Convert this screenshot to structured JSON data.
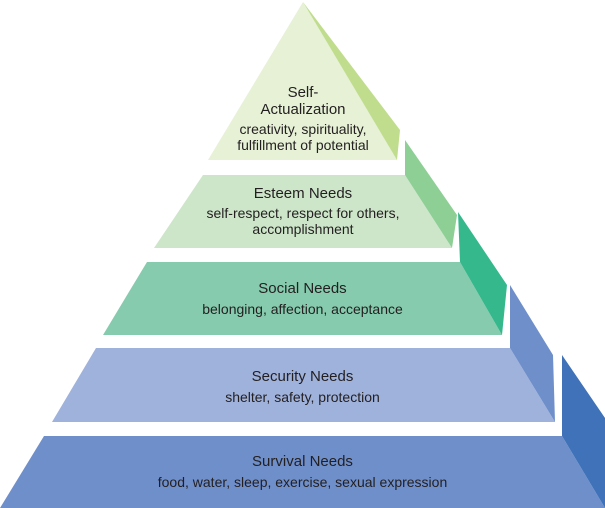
{
  "levels": [
    {
      "title": "Self-Actualization",
      "title_lines": [
        "Self-",
        "Actualization"
      ],
      "description_lines": [
        "creativity, spirituality,",
        "fulfillment of potential"
      ],
      "front_color": "#e6f1d6",
      "side_color": "#bfdd8c"
    },
    {
      "title": "Esteem Needs",
      "description_lines": [
        "self-respect, respect for others,",
        "accomplishment"
      ],
      "front_color": "#cde6c9",
      "side_color": "#8ecf95"
    },
    {
      "title": "Social Needs",
      "description_lines": [
        "belonging, affection, acceptance"
      ],
      "front_color": "#86cbad",
      "side_color": "#35b88c"
    },
    {
      "title": "Security Needs",
      "description_lines": [
        "shelter, safety, protection"
      ],
      "front_color": "#9fb2dc",
      "side_color": "#6f8fcb"
    },
    {
      "title": "Survival Needs",
      "description_lines": [
        "food, water, sleep, exercise, sexual expression"
      ],
      "front_color": "#6f8fcb",
      "side_color": "#3f72b8"
    }
  ]
}
